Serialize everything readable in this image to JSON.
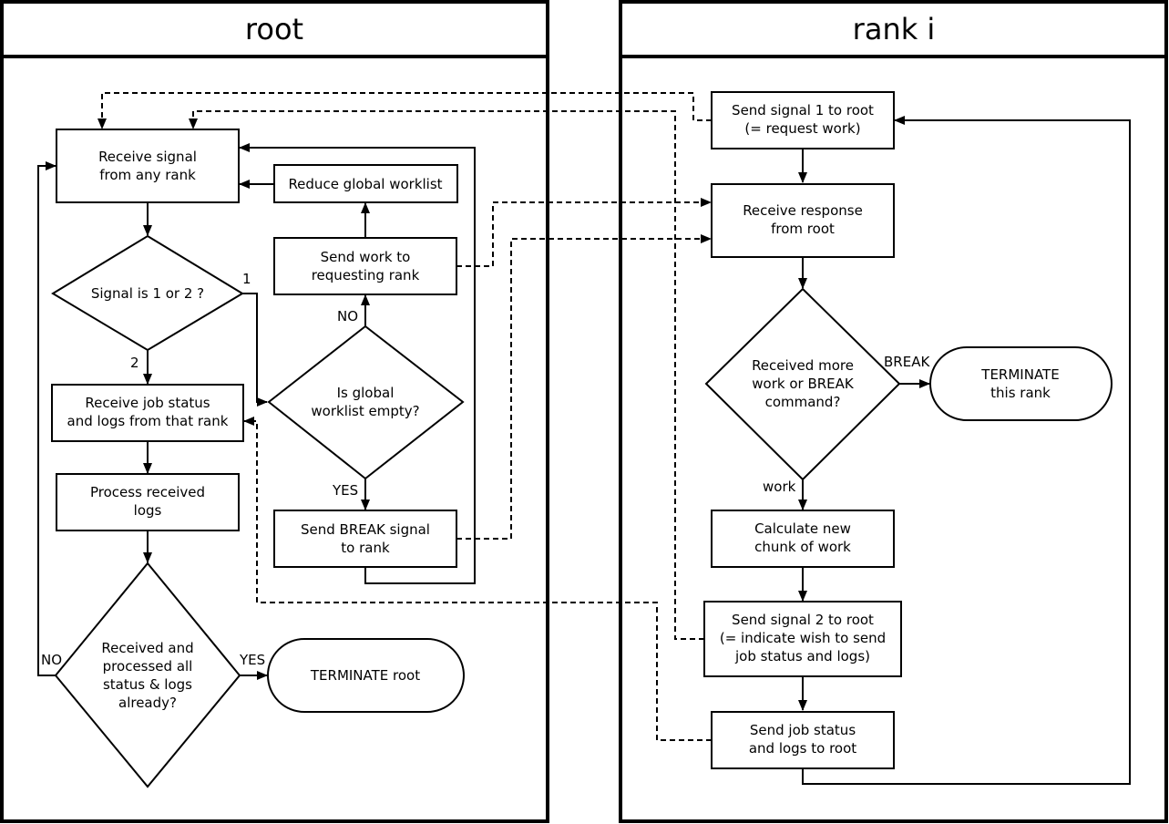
{
  "lanes": {
    "root": {
      "title": "root"
    },
    "rank": {
      "title": "rank i"
    }
  },
  "root": {
    "receive_signal": [
      "Receive signal",
      "from any rank"
    ],
    "reduce_worklist": [
      "Reduce global worklist"
    ],
    "send_work": [
      "Send work to",
      "requesting rank"
    ],
    "signal_decision": [
      "Signal is 1 or 2 ?"
    ],
    "worklist_decision": [
      "Is global",
      "worklist empty?"
    ],
    "receive_status": [
      "Receive job status",
      "and logs from that rank"
    ],
    "process_logs": [
      "Process received",
      "logs"
    ],
    "send_break": [
      "Send BREAK signal",
      "to rank"
    ],
    "all_processed_decision": [
      "Received and",
      "processed all",
      "status & logs",
      "already?"
    ],
    "terminate": [
      "TERMINATE root"
    ]
  },
  "rank": {
    "send_signal_1": [
      "Send signal 1 to root",
      "(= request work)"
    ],
    "receive_response": [
      "Receive response",
      "from root"
    ],
    "response_decision": [
      "Received more",
      "work or BREAK",
      "command?"
    ],
    "terminate": [
      "TERMINATE",
      "this rank"
    ],
    "calculate_work": [
      "Calculate new",
      "chunk of work"
    ],
    "send_signal_2": [
      "Send signal 2 to root",
      "(= indicate wish to send",
      "job status and logs)"
    ],
    "send_status": [
      "Send job status",
      "and logs to root"
    ]
  },
  "edge_labels": {
    "signal_1": "1",
    "signal_2": "2",
    "empty_no": "NO",
    "empty_yes": "YES",
    "processed_no": "NO",
    "processed_yes": "YES",
    "response_break": "BREAK",
    "response_work": "work"
  },
  "colors": {
    "stroke": "#000000",
    "background": "#ffffff"
  }
}
